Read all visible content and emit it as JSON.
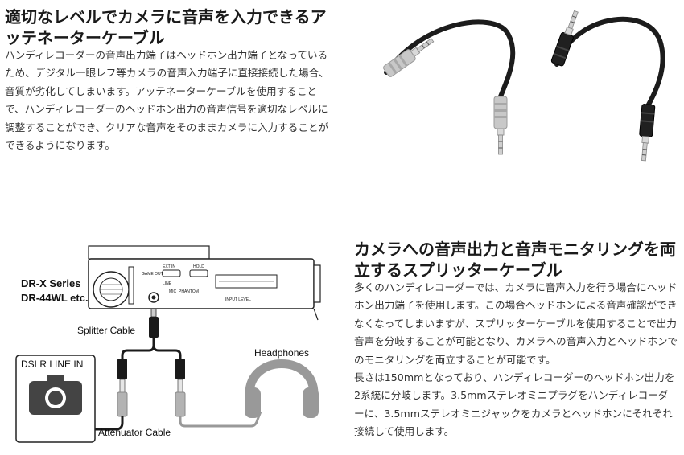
{
  "section1": {
    "title": "適切なレベルでカメラに音声を入力できるアッテネーターケーブル",
    "body": "ハンディレコーダーの音声出力端子はヘッドホン出力端子となっているため、デジタル一眼レフ等カメラの音声入力端子に直接接続した場合、音質が劣化してしまいます。アッテネーターケーブルを使用することで、ハンディレコーダーのヘッドホン出力の音声信号を適切なレベルに調整することができ、クリアな音声をそのままカメラに入力することができるようになります。"
  },
  "section2": {
    "title": "カメラへの音声出力と音声モニタリングを両立するスプリッターケーブル",
    "body1": "多くのハンディレコーダーでは、カメラに音声入力を行う場合にヘッドホン出力端子を使用します。この場合ヘッドホンによる音声確認ができなくなってしまいますが、スプリッターケーブルを使用することで出力音声を分岐することが可能となり、カメラへの音声入力とヘッドホンでのモニタリングを両立することが可能です。",
    "body2": "長さは150mmとなっており、ハンディレコーダーのヘッドホン出力を2系統に分岐します。3.5mmステレオミニプラグをハンディレコーダーに、3.5mmステレオミニジャックをカメラとヘッドホンにそれぞれ接続して使用します。"
  },
  "diagram": {
    "recorder_label_line1": "DR-X Series",
    "recorder_label_line2": "DR-44WL etc.",
    "splitter_label": "Splitter Cable",
    "camera_label": "DSLR LINE IN",
    "headphones_label": "Headphones",
    "attenuator_label": "Attenuator Cable",
    "device_text": {
      "ext_in": "EXT IN",
      "hold": "HOLD",
      "input_level": "INPUT LEVEL",
      "line": "LINE",
      "mic": "MIC",
      "phantom": "PHANTOM",
      "game": "GAME OUT"
    }
  },
  "colors": {
    "cable_gray": "#9a9a9a",
    "cable_black": "#1a1a1a",
    "plug_silver": "#c4c4c4"
  }
}
